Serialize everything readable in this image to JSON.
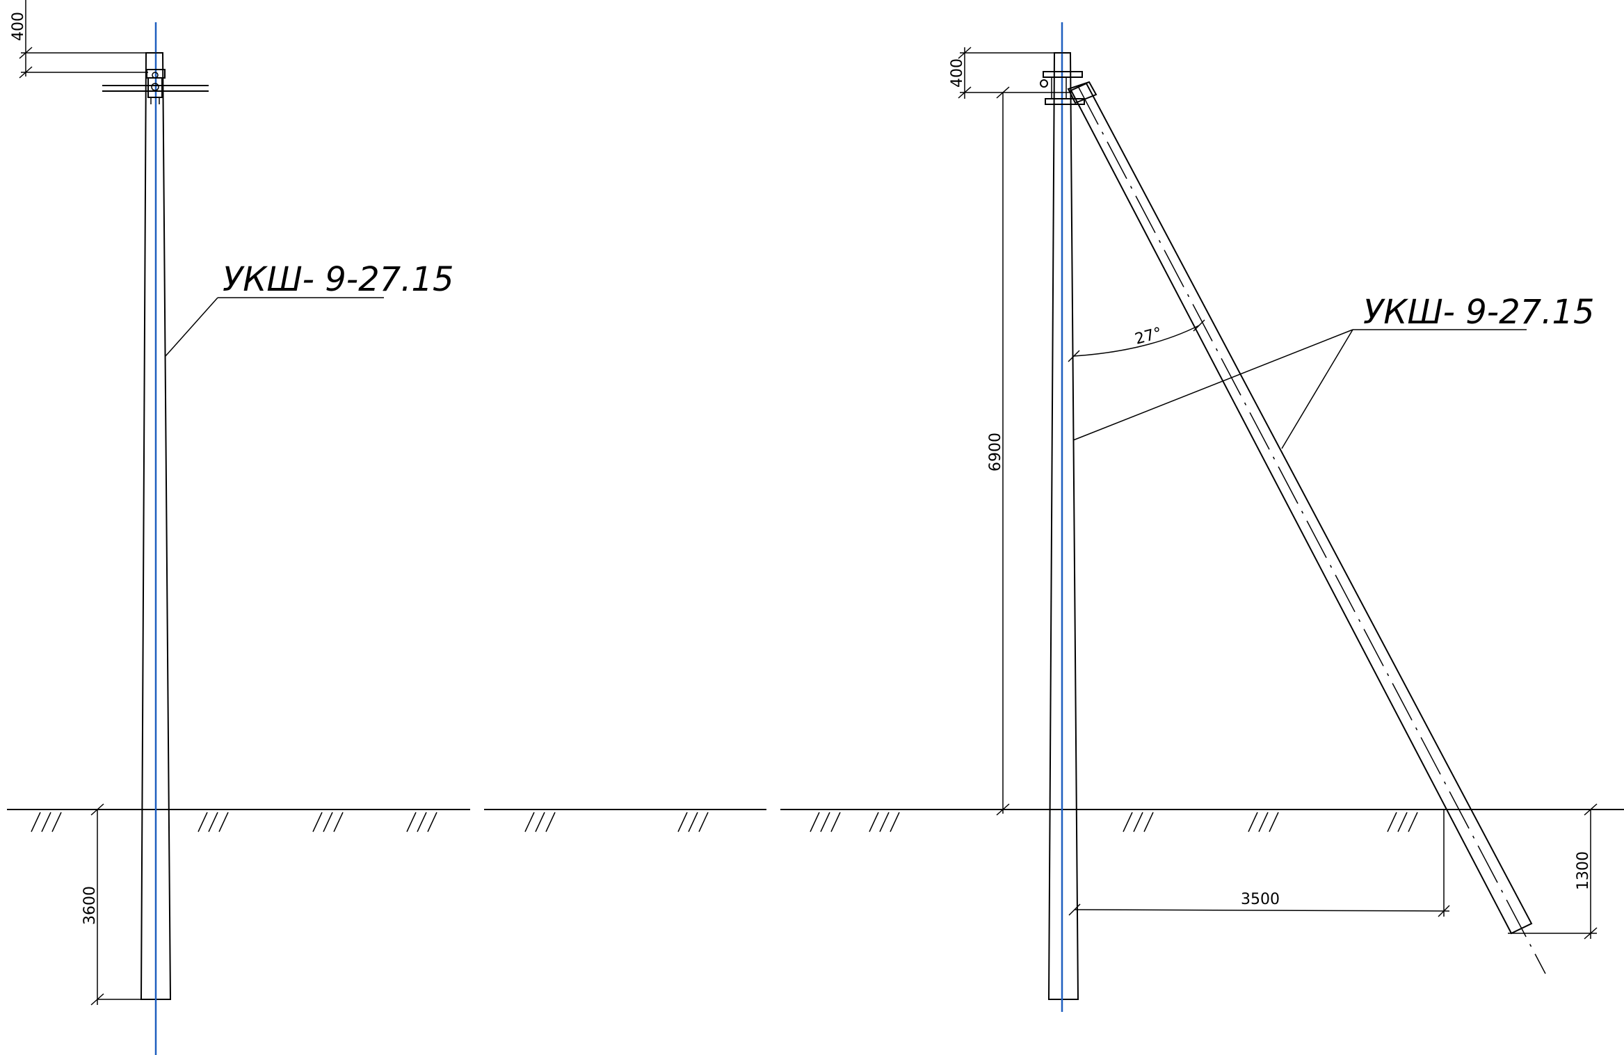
{
  "left_pole": {
    "label": "УКШ- 9-27.15",
    "dim_top": "400",
    "dim_depth": "3600"
  },
  "right_pole": {
    "label": "УКШ- 9-27.15",
    "dim_top": "400",
    "dim_height": "6900",
    "angle": "27°",
    "dim_base": "3500",
    "dim_strut_depth": "1300"
  },
  "colors": {
    "axis": "#1f5fbf",
    "line": "#000000"
  }
}
